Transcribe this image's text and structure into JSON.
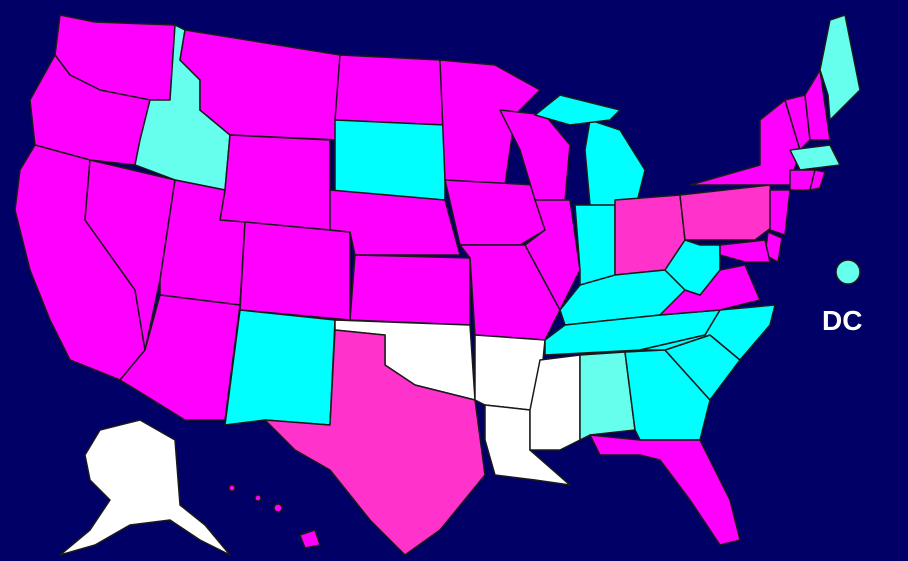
{
  "map": {
    "legend_colors": {
      "magenta": "#ff00ff",
      "pink": "#ff33cc",
      "cyan": "#00ffff",
      "light_cyan": "#66ffee",
      "white": "#ffffff",
      "background": "#000066"
    },
    "dc_label": "DC",
    "states": [
      {
        "id": "WA",
        "fill": "magenta"
      },
      {
        "id": "OR",
        "fill": "magenta"
      },
      {
        "id": "CA",
        "fill": "magenta"
      },
      {
        "id": "NV",
        "fill": "magenta"
      },
      {
        "id": "ID",
        "fill": "light_cyan"
      },
      {
        "id": "MT",
        "fill": "magenta"
      },
      {
        "id": "WY",
        "fill": "magenta"
      },
      {
        "id": "UT",
        "fill": "magenta"
      },
      {
        "id": "AZ",
        "fill": "magenta"
      },
      {
        "id": "CO",
        "fill": "magenta"
      },
      {
        "id": "NM",
        "fill": "cyan"
      },
      {
        "id": "ND",
        "fill": "magenta"
      },
      {
        "id": "SD",
        "fill": "cyan"
      },
      {
        "id": "NE",
        "fill": "magenta"
      },
      {
        "id": "KS",
        "fill": "magenta"
      },
      {
        "id": "OK",
        "fill": "white"
      },
      {
        "id": "TX",
        "fill": "pink"
      },
      {
        "id": "MN",
        "fill": "magenta"
      },
      {
        "id": "IA",
        "fill": "magenta"
      },
      {
        "id": "MO",
        "fill": "magenta"
      },
      {
        "id": "AR",
        "fill": "white"
      },
      {
        "id": "LA",
        "fill": "white"
      },
      {
        "id": "WI",
        "fill": "magenta"
      },
      {
        "id": "IL",
        "fill": "magenta"
      },
      {
        "id": "MI",
        "fill": "cyan"
      },
      {
        "id": "IN",
        "fill": "cyan"
      },
      {
        "id": "OH",
        "fill": "pink"
      },
      {
        "id": "KY",
        "fill": "cyan"
      },
      {
        "id": "TN",
        "fill": "cyan"
      },
      {
        "id": "MS",
        "fill": "white"
      },
      {
        "id": "AL",
        "fill": "light_cyan"
      },
      {
        "id": "GA",
        "fill": "cyan"
      },
      {
        "id": "FL",
        "fill": "magenta"
      },
      {
        "id": "SC",
        "fill": "cyan"
      },
      {
        "id": "NC",
        "fill": "cyan"
      },
      {
        "id": "VA",
        "fill": "magenta"
      },
      {
        "id": "WV",
        "fill": "cyan"
      },
      {
        "id": "PA",
        "fill": "pink"
      },
      {
        "id": "NY",
        "fill": "magenta"
      },
      {
        "id": "VT",
        "fill": "magenta"
      },
      {
        "id": "NH",
        "fill": "magenta"
      },
      {
        "id": "ME",
        "fill": "light_cyan"
      },
      {
        "id": "MA",
        "fill": "light_cyan"
      },
      {
        "id": "CT",
        "fill": "magenta"
      },
      {
        "id": "RI",
        "fill": "magenta"
      },
      {
        "id": "NJ",
        "fill": "magenta"
      },
      {
        "id": "DE",
        "fill": "magenta"
      },
      {
        "id": "MD",
        "fill": "magenta"
      },
      {
        "id": "AK",
        "fill": "white"
      },
      {
        "id": "HI",
        "fill": "magenta"
      },
      {
        "id": "DC",
        "fill": "light_cyan"
      }
    ]
  }
}
